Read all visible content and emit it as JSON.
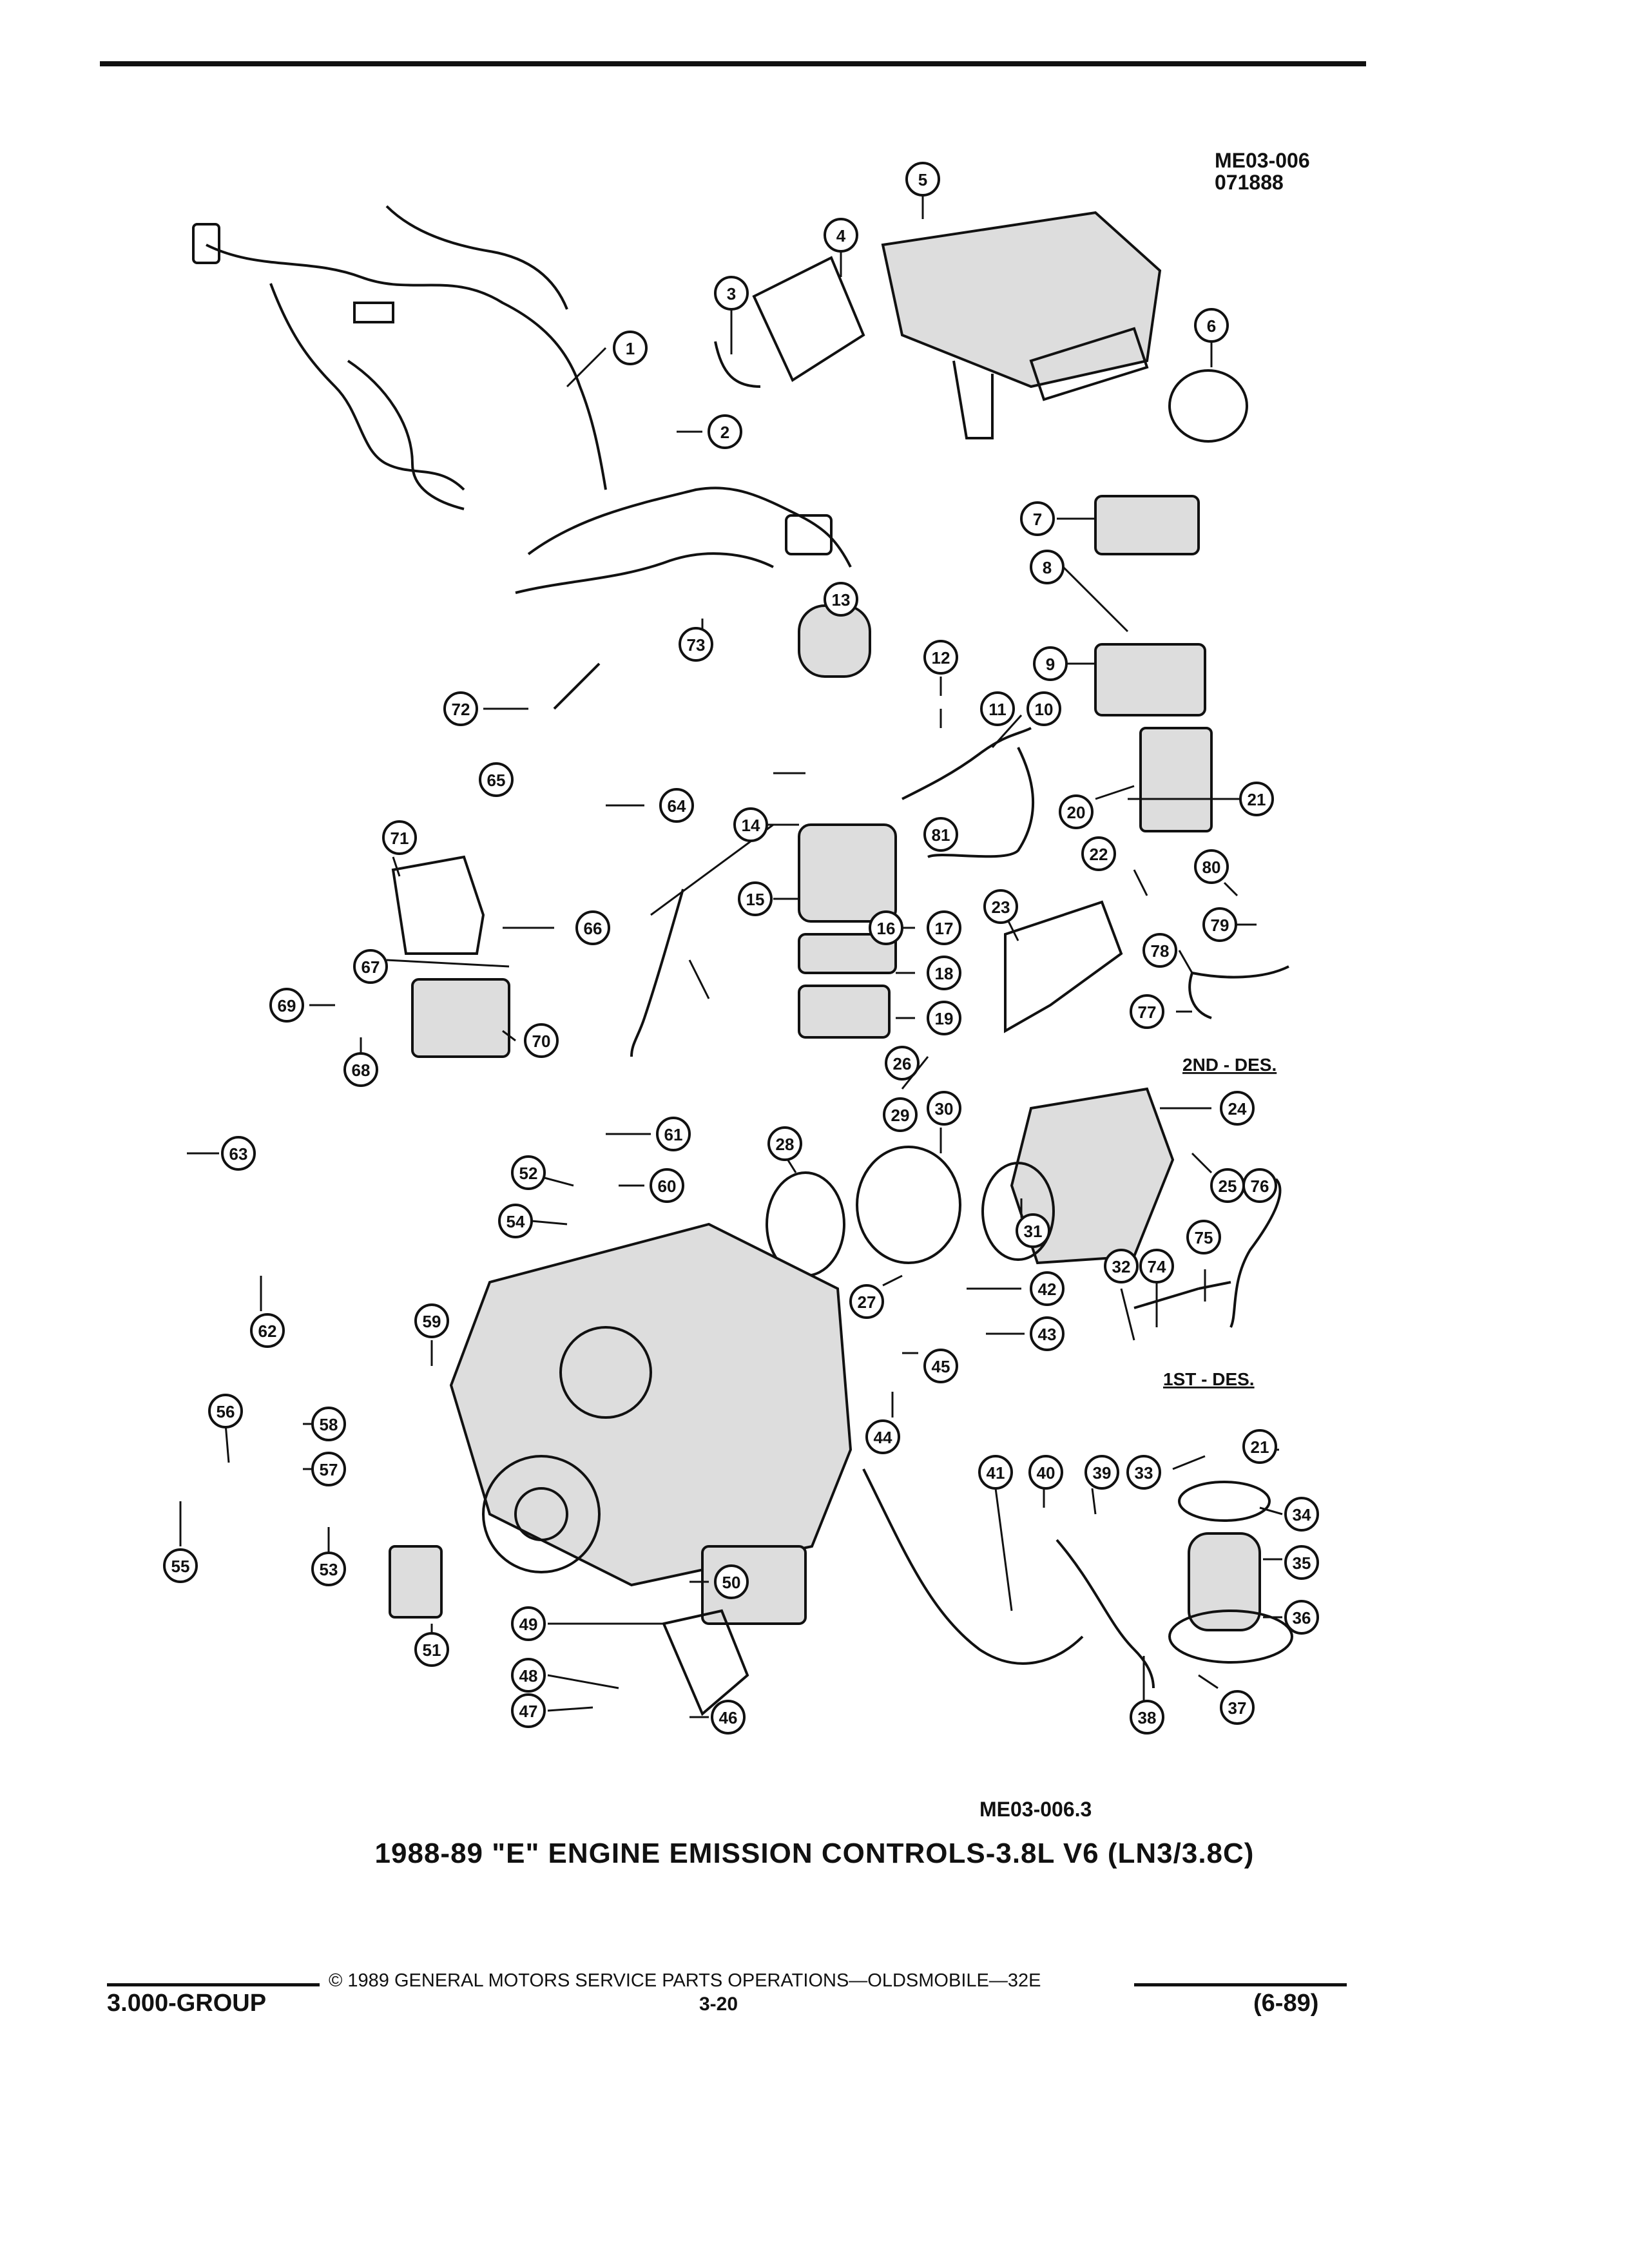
{
  "header": {
    "code": "ME03-006",
    "date": "071888"
  },
  "figure": {
    "code": "ME03-006.3",
    "title": "1988-89 \"E\" ENGINE EMISSION CONTROLS-3.8L V6 (LN3/3.8C)",
    "design_labels": [
      "2ND - DES.",
      "1ST - DES."
    ]
  },
  "footer": {
    "copyright": "© 1989 GENERAL MOTORS SERVICE PARTS OPERATIONS—OLDSMOBILE—32E",
    "group": "3.000-GROUP",
    "page": "3-20",
    "revision": "(6-89)"
  },
  "callouts": [
    "1",
    "2",
    "3",
    "4",
    "5",
    "6",
    "7",
    "8",
    "9",
    "10",
    "11",
    "12",
    "13",
    "14",
    "15",
    "16",
    "17",
    "18",
    "19",
    "20",
    "21",
    "21",
    "22",
    "23",
    "24",
    "25",
    "26",
    "27",
    "28",
    "29",
    "30",
    "31",
    "32",
    "33",
    "34",
    "35",
    "36",
    "37",
    "38",
    "39",
    "40",
    "41",
    "42",
    "43",
    "44",
    "45",
    "46",
    "47",
    "48",
    "49",
    "50",
    "51",
    "52",
    "53",
    "54",
    "55",
    "56",
    "57",
    "58",
    "59",
    "60",
    "61",
    "62",
    "63",
    "64",
    "65",
    "66",
    "67",
    "68",
    "69",
    "70",
    "71",
    "72",
    "73",
    "74",
    "75",
    "76",
    "77",
    "78",
    "79",
    "80",
    "81"
  ]
}
